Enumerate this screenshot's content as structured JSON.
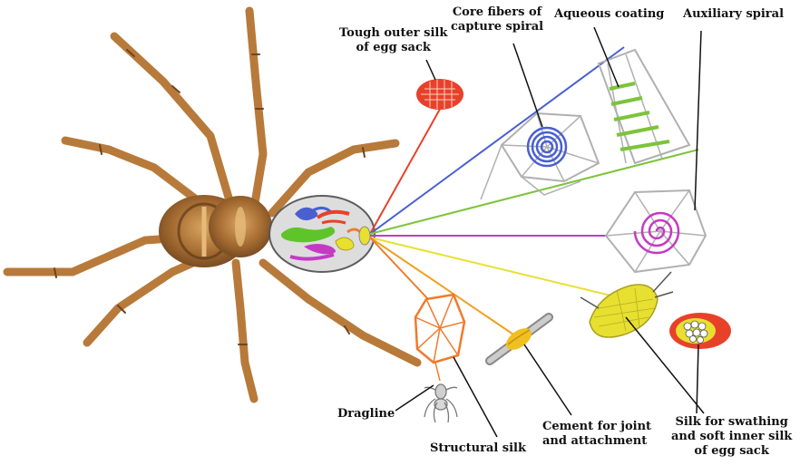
{
  "labels": {
    "tough_outer_silk": [
      "Tough outer silk",
      "of egg sack"
    ],
    "core_fibers": [
      "Core fibers of",
      "capture spiral"
    ],
    "aqueous_coating": "Aqueous coating",
    "auxiliary_spiral": "Auxiliary spiral",
    "dragline": "Dragline",
    "structural_silk": "Structural silk",
    "cement": [
      "Cement for joint",
      "and attachment"
    ],
    "swathing_silk": [
      "Silk for swathing",
      "and soft inner silk",
      "of egg sack"
    ]
  },
  "colors": {
    "outer_egg_sack": "#e8412a",
    "capture_spiral": "#4a5fd0",
    "aqueous": "#7cc43a",
    "auxiliary": "#c43ac4",
    "dragline": "#f07a2a",
    "cement": "#f0a020",
    "swathing": "#e8e030",
    "spider_body": "#b87a3a",
    "web_gray": "#b0b0b0"
  }
}
